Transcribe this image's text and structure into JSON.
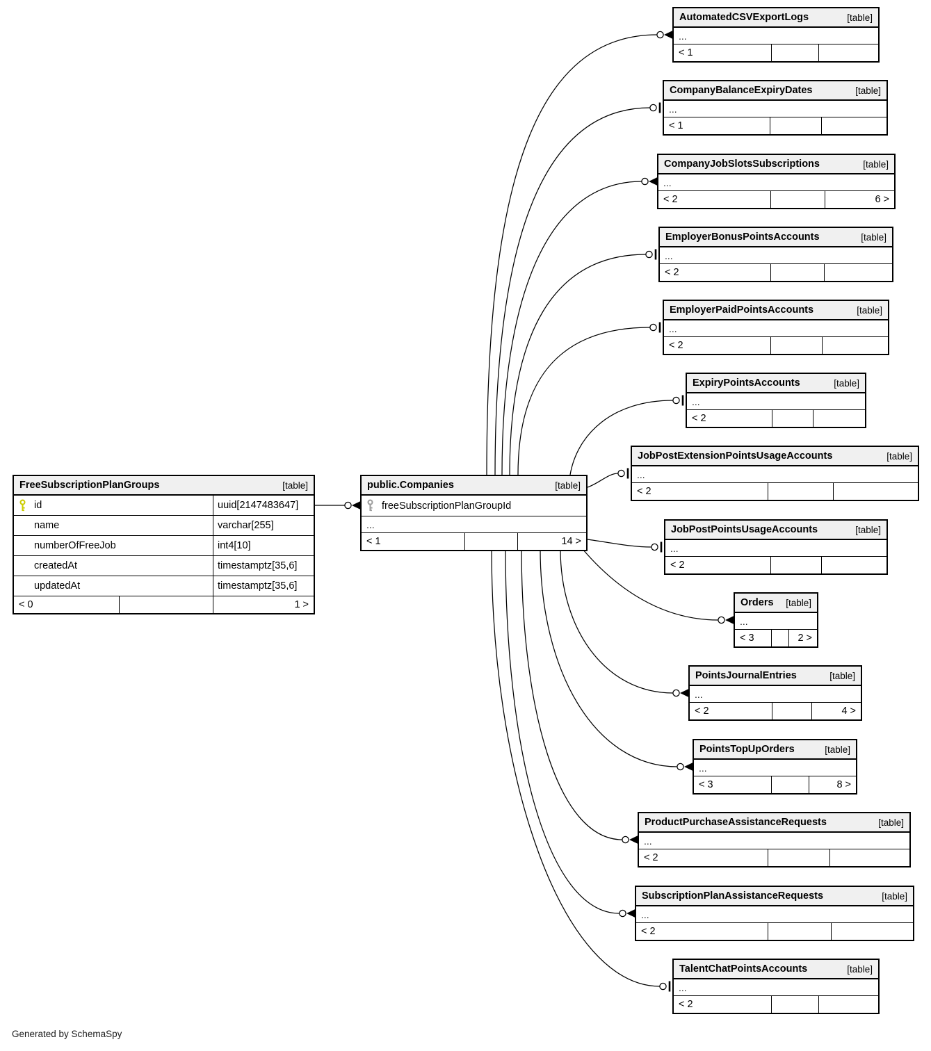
{
  "note": "Generated by SchemaSpy",
  "colors": {
    "border": "#000000",
    "header_bg": "#f0f0f0",
    "primary_key": "#cccc00",
    "foreign_key": "#9e9e9e",
    "edge": "#000000"
  },
  "free_subscription_plan_groups": {
    "title": "FreeSubscriptionPlanGroups",
    "badge": "[table]",
    "rows": [
      {
        "name": "id",
        "type": "uuid[2147483647]",
        "key": "primary"
      },
      {
        "name": "name",
        "type": "varchar[255]",
        "key": ""
      },
      {
        "name": "numberOfFreeJob",
        "type": "int4[10]",
        "key": ""
      },
      {
        "name": "createdAt",
        "type": "timestamptz[35,6]",
        "key": ""
      },
      {
        "name": "updatedAt",
        "type": "timestamptz[35,6]",
        "key": ""
      }
    ],
    "footer": {
      "left": "< 0",
      "middle": "",
      "right": "1 >"
    }
  },
  "companies": {
    "title": "public.Companies",
    "badge": "[table]",
    "fk_column": "freeSubscriptionPlanGroupId",
    "ellipsis": "...",
    "footer": {
      "left": "< 1",
      "middle": "",
      "right": "14 >"
    }
  },
  "related_tables": [
    {
      "title": "AutomatedCSVExportLogs",
      "badge": "[table]",
      "ellipsis": "...",
      "footer": {
        "left": "< 1",
        "middle": "",
        "right": ""
      },
      "endpoint": "crow"
    },
    {
      "title": "CompanyBalanceExpiryDates",
      "badge": "[table]",
      "ellipsis": "...",
      "footer": {
        "left": "< 1",
        "middle": "",
        "right": ""
      },
      "endpoint": "tee"
    },
    {
      "title": "CompanyJobSlotsSubscriptions",
      "badge": "[table]",
      "ellipsis": "...",
      "footer": {
        "left": "< 2",
        "middle": "",
        "right": "6 >"
      },
      "endpoint": "crow"
    },
    {
      "title": "EmployerBonusPointsAccounts",
      "badge": "[table]",
      "ellipsis": "...",
      "footer": {
        "left": "< 2",
        "middle": "",
        "right": ""
      },
      "endpoint": "tee"
    },
    {
      "title": "EmployerPaidPointsAccounts",
      "badge": "[table]",
      "ellipsis": "...",
      "footer": {
        "left": "< 2",
        "middle": "",
        "right": ""
      },
      "endpoint": "tee"
    },
    {
      "title": "ExpiryPointsAccounts",
      "badge": "[table]",
      "ellipsis": "...",
      "footer": {
        "left": "< 2",
        "middle": "",
        "right": ""
      },
      "endpoint": "tee"
    },
    {
      "title": "JobPostExtensionPointsUsageAccounts",
      "badge": "[table]",
      "ellipsis": "...",
      "footer": {
        "left": "< 2",
        "middle": "",
        "right": ""
      },
      "endpoint": "tee"
    },
    {
      "title": "JobPostPointsUsageAccounts",
      "badge": "[table]",
      "ellipsis": "...",
      "footer": {
        "left": "< 2",
        "middle": "",
        "right": ""
      },
      "endpoint": "tee"
    },
    {
      "title": "Orders",
      "badge": "[table]",
      "ellipsis": "...",
      "footer": {
        "left": "< 3",
        "middle": "",
        "right": "2 >"
      },
      "endpoint": "crow"
    },
    {
      "title": "PointsJournalEntries",
      "badge": "[table]",
      "ellipsis": "...",
      "footer": {
        "left": "< 2",
        "middle": "",
        "right": "4 >"
      },
      "endpoint": "crow"
    },
    {
      "title": "PointsTopUpOrders",
      "badge": "[table]",
      "ellipsis": "...",
      "footer": {
        "left": "< 3",
        "middle": "",
        "right": "8 >"
      },
      "endpoint": "crow"
    },
    {
      "title": "ProductPurchaseAssistanceRequests",
      "badge": "[table]",
      "ellipsis": "...",
      "footer": {
        "left": "< 2",
        "middle": "",
        "right": ""
      },
      "endpoint": "crow"
    },
    {
      "title": "SubscriptionPlanAssistanceRequests",
      "badge": "[table]",
      "ellipsis": "...",
      "footer": {
        "left": "< 2",
        "middle": "",
        "right": ""
      },
      "endpoint": "crow"
    },
    {
      "title": "TalentChatPointsAccounts",
      "badge": "[table]",
      "ellipsis": "...",
      "footer": {
        "left": "< 2",
        "middle": "",
        "right": ""
      },
      "endpoint": "tee"
    }
  ]
}
